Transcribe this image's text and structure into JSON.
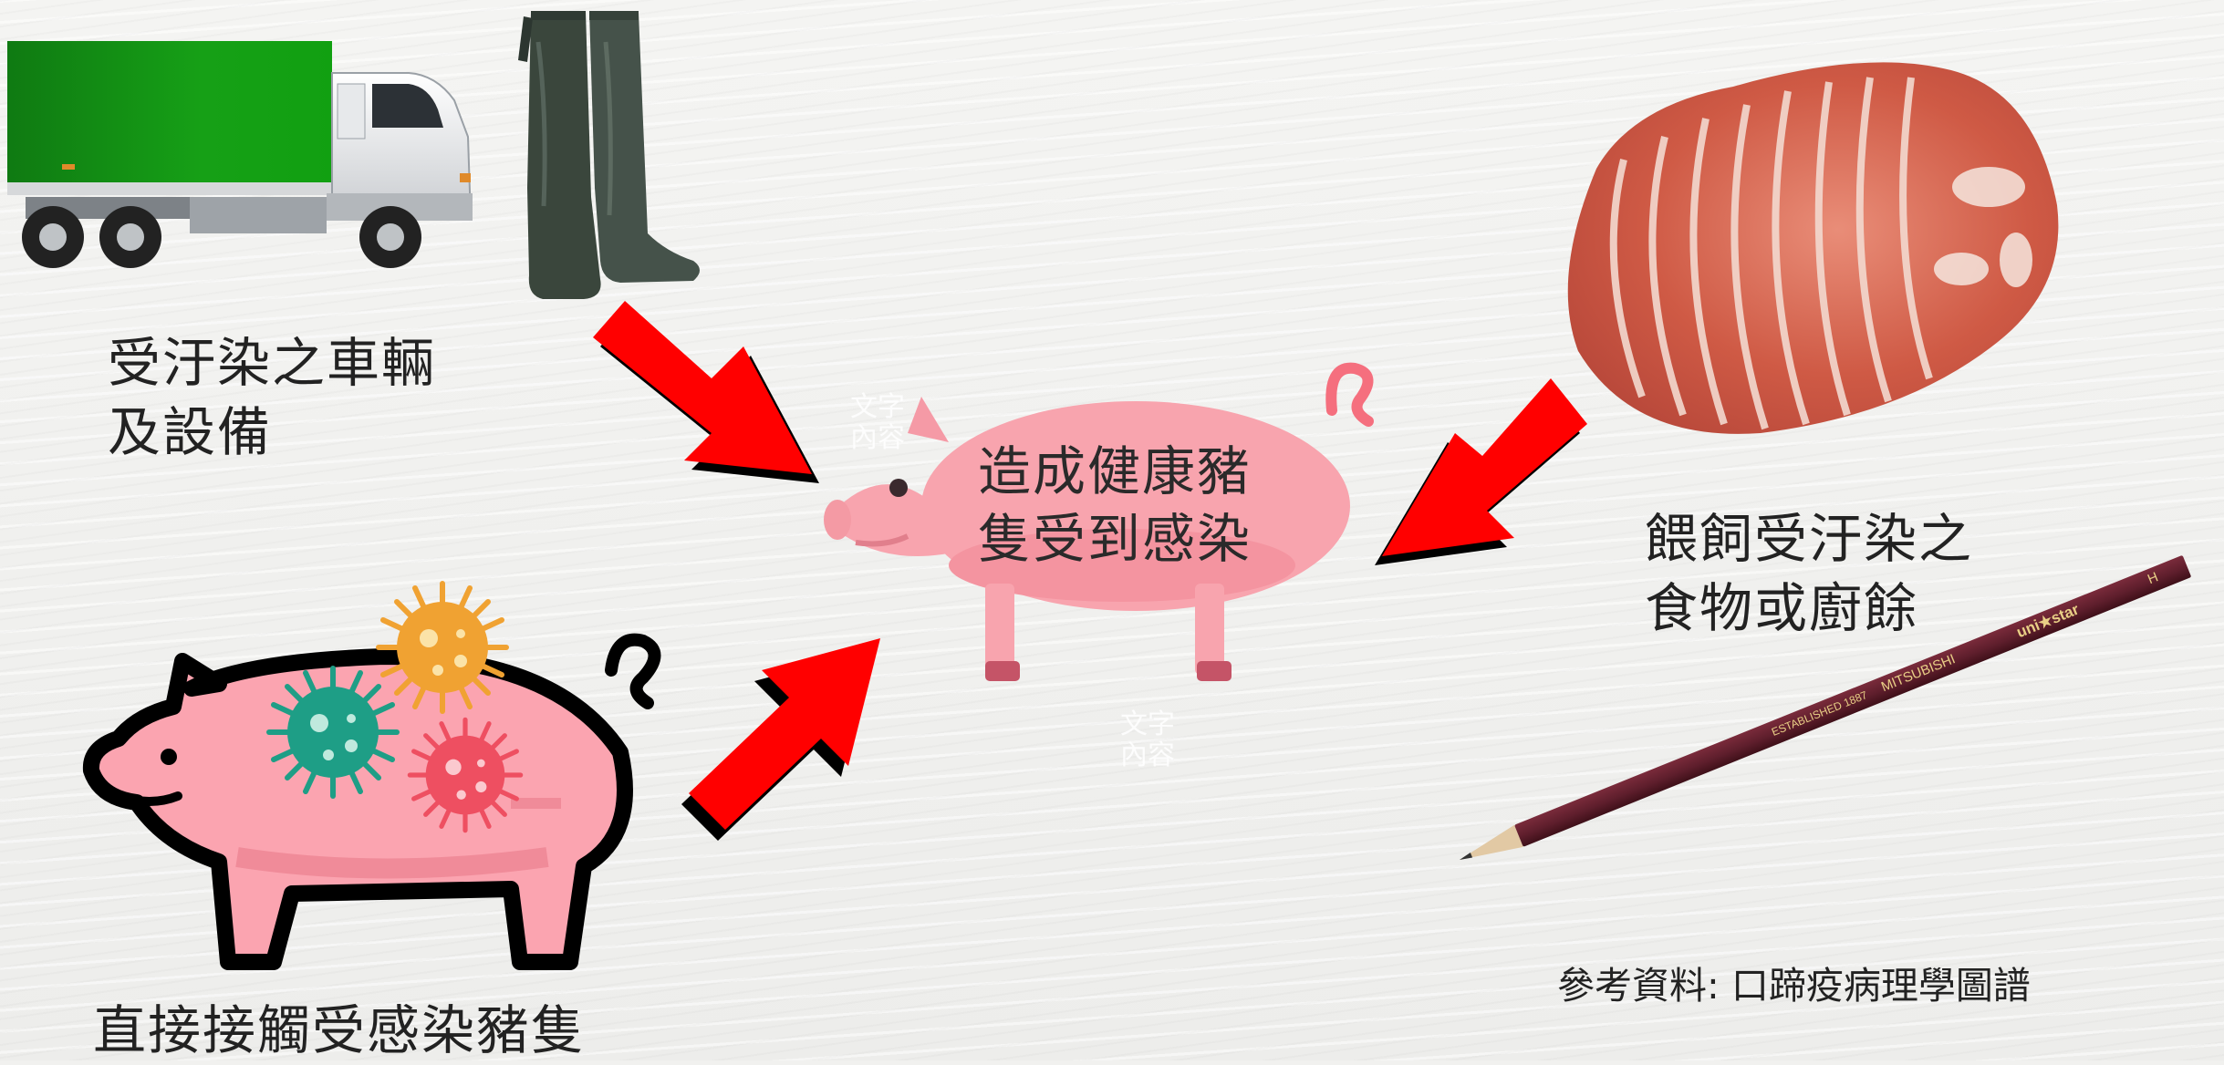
{
  "center": {
    "line1": "造成健康豬",
    "line2": "隻受到感染"
  },
  "sources": {
    "vehicles": {
      "line1": "受汙染之車輛",
      "line2": "及設備"
    },
    "food": {
      "line1": "餵飼受汙染之",
      "line2": "食物或廚餘"
    },
    "contact": {
      "line1": "直接接觸受感染豬隻"
    }
  },
  "placeholders": {
    "a": {
      "line1": "文字",
      "line2": "內容"
    },
    "b": {
      "line1": "文字",
      "line2": "內容"
    }
  },
  "pencil": {
    "brand": "uni★star",
    "grade": "H",
    "maker": "MITSUBISHI",
    "established": "ESTABLISHED 1887"
  },
  "reference": "參考資料: 口蹄疫病理學圖譜",
  "colors": {
    "arrow": "#ff0000",
    "arrow_shadow": "#000000",
    "healthy_pig": "#f8a4ae",
    "infected_pig": "#fba4b0",
    "truck_box": "#1a9a1a",
    "boots": "#3d4a3f",
    "pencil": "#5e1e2c",
    "meat": "#d0604e"
  }
}
